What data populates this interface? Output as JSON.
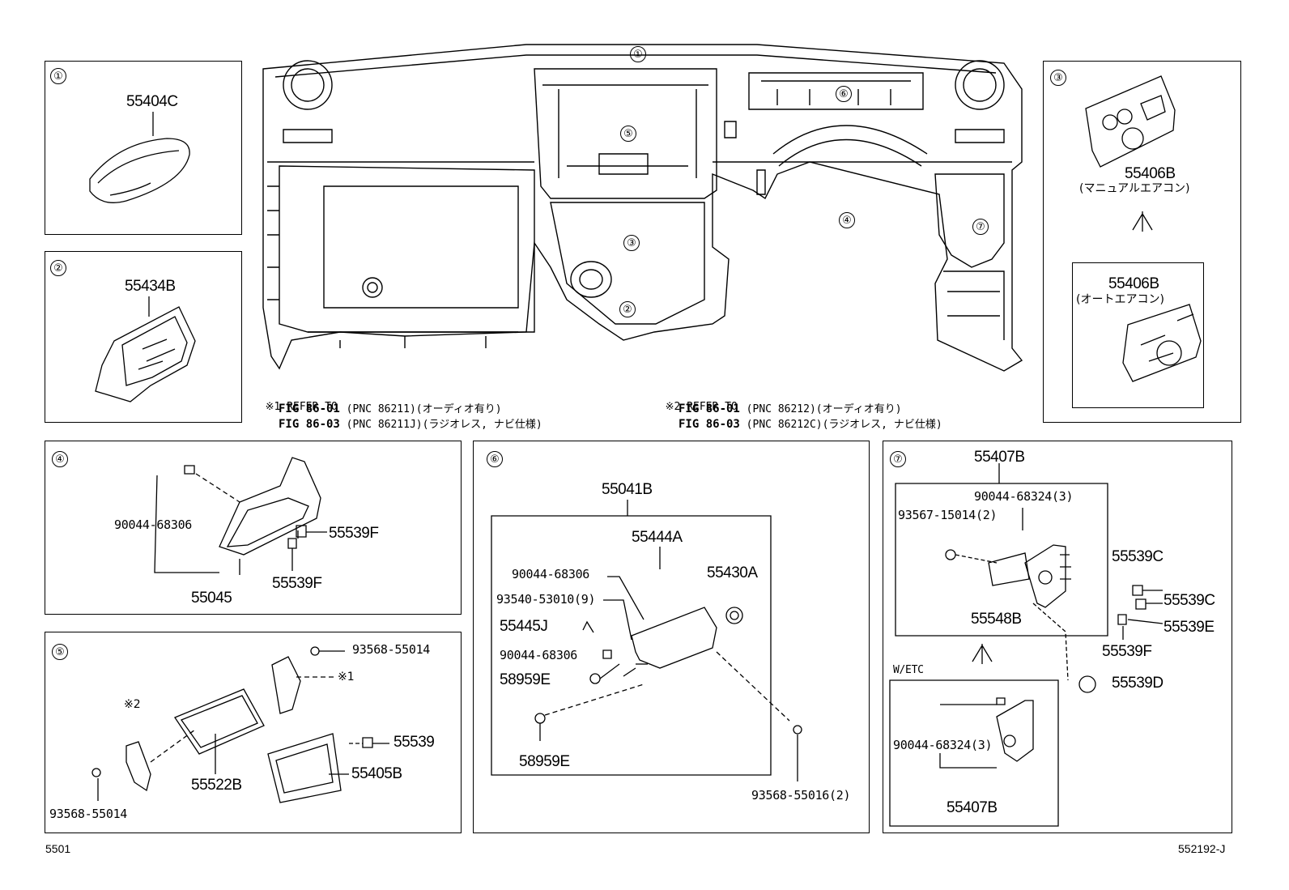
{
  "refs": [
    "①",
    "②",
    "③",
    "④",
    "⑤",
    "⑥",
    "⑦"
  ],
  "boxes": {
    "b1": {
      "part": "55404C"
    },
    "b2": {
      "part": "55434B"
    },
    "b3": {
      "part_manual": "55406B",
      "label_manual": "(マニュアルエアコン)",
      "part_auto": "55406B",
      "label_auto": "(オートエアコン)"
    },
    "b4": {
      "p1": "90044-68306",
      "p2": "55539F",
      "p3": "55539F",
      "p4": "55045"
    },
    "b5": {
      "p1": "93568-55014",
      "p2": "※1",
      "p3": "※2",
      "p4": "55539",
      "p5": "55522B",
      "p6": "55405B",
      "p7": "93568-55014"
    },
    "b6": {
      "p1": "55041B",
      "p2": "55444A",
      "p3": "90044-68306",
      "p4": "55430A",
      "p5": "93540-53010(9)",
      "p6": "55445J",
      "p7": "90044-68306",
      "p8": "58959E",
      "p9": "58959E",
      "p10": "93568-55016(2)"
    },
    "b7": {
      "p1": "55407B",
      "p2": "90044-68324(3)",
      "p3": "93567-15014(2)",
      "p4": "55539C",
      "p5": "55539C",
      "p6": "55539E",
      "p7": "55548B",
      "p8": "55539F",
      "p9": "55539D",
      "p10": "W/ETC",
      "p11": "90044-68324(3)",
      "p12": "55407B"
    }
  },
  "notes": {
    "n1_line1": "※1 REFER TO",
    "n1_line2_fig": "FIG 86-01",
    "n1_line2_rest": " (PNC 86211)(オーディオ有り)",
    "n1_line3_fig": "FIG 86-03",
    "n1_line3_rest": " (PNC 86211J)(ラジオレス, ナビ仕様)",
    "n2_line1": "※2 REFER TO",
    "n2_line2_fig": "FIG 86-01",
    "n2_line2_rest": " (PNC 86212)(オーディオ有り)",
    "n2_line3_fig": "FIG 86-03",
    "n2_line3_rest": " (PNC 86212C)(ラジオレス, ナビ仕様)"
  },
  "footer": {
    "left": "5501",
    "right": "552192-J"
  }
}
